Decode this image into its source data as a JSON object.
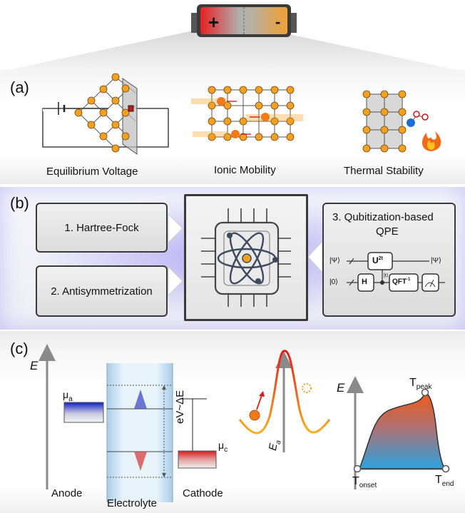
{
  "battery": {
    "plus": "+",
    "minus": "-"
  },
  "panel_a": {
    "letter": "(a)",
    "items": [
      {
        "caption": "Equilibrium Voltage"
      },
      {
        "caption": "Ionic Mobility"
      },
      {
        "caption": "Thermal Stability"
      }
    ]
  },
  "panel_b": {
    "letter": "(b)",
    "step1": "1. Hartree-Fock",
    "step2": "2. Antisymmetrization",
    "step3_line1": "3. Qubitization-based",
    "step3_line2": "QPE",
    "circuit": {
      "psi_in": "|Ψ⟩",
      "psi_out": "|Ψ⟩",
      "zero_in": "|0⟩",
      "t_label": "|t⟩",
      "h_gate": "H",
      "u_gate": "U",
      "u_exp": "2t",
      "qft_gate": "QFT",
      "qft_exp": "-1"
    }
  },
  "panel_c": {
    "letter": "(c)",
    "energy_axis": "E",
    "mu_a": "μ",
    "mu_a_sub": "a",
    "mu_c": "μ",
    "mu_c_sub": "c",
    "voltage_label": "eV~ΔE",
    "anode": "Anode",
    "electrolyte": "Electrolyte",
    "cathode": "Cathode",
    "ea": "E",
    "ea_sub": "a",
    "thermal_E": "E",
    "t_peak": "T",
    "t_peak_sub": "peak",
    "t_onset": "T",
    "t_onset_sub": "onset",
    "t_end": "T",
    "t_end_sub": "end"
  },
  "colors": {
    "orange": "#f5a020",
    "red": "#e01818",
    "blue": "#1d6fd6",
    "purple_glow": "#7a6ff0",
    "gray": "#9a9a9a"
  }
}
